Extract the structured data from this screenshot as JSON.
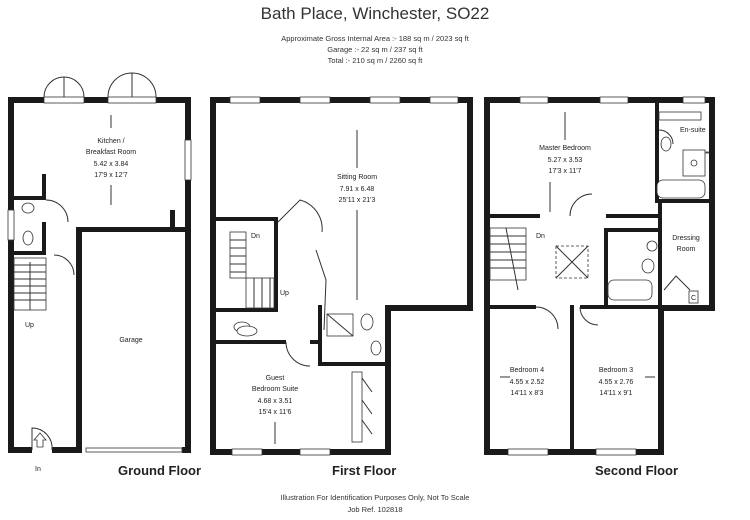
{
  "header": {
    "title": "Bath Place, Winchester, SO22",
    "area_internal": "Approximate Gross Internal Area :- 188 sq m / 2023 sq ft",
    "area_garage": "Garage :- 22 sq m / 237 sq ft",
    "area_total": "Total :- 210 sq m / 2260 sq ft"
  },
  "floors": {
    "ground": {
      "label": "Ground Floor",
      "kitchen": {
        "name1": "Kitchen /",
        "name2": "Breakfast Room",
        "metric": "5.42 x 3.84",
        "imperial": "17'9 x 12'7"
      },
      "garage": {
        "name": "Garage"
      },
      "stairs_up": "Up",
      "entrance": "In"
    },
    "first": {
      "label": "First Floor",
      "sitting": {
        "name": "Sitting Room",
        "metric": "7.91 x 6.48",
        "imperial": "25'11 x 21'3"
      },
      "guest": {
        "name1": "Guest",
        "name2": "Bedroom Suite",
        "metric": "4.68 x 3.51",
        "imperial": "15'4 x 11'6"
      },
      "stairs_down": "Dn",
      "stairs_up": "Up"
    },
    "second": {
      "label": "Second Floor",
      "master": {
        "name": "Master Bedroom",
        "metric": "5.27 x 3.53",
        "imperial": "17'3 x 11'7"
      },
      "ensuite": {
        "name": "En-suite"
      },
      "dressing": {
        "name1": "Dressing",
        "name2": "Room"
      },
      "bed4": {
        "name": "Bedroom 4",
        "metric": "4.55 x 2.52",
        "imperial": "14'11 x 8'3"
      },
      "bed3": {
        "name": "Bedroom 3",
        "metric": "4.55 x 2.76",
        "imperial": "14'11 x 9'1"
      },
      "stairs_down": "Dn",
      "cupboard": "C"
    }
  },
  "footer": {
    "disclaimer": "Illustration For Identification Purposes Only, Not To Scale",
    "job_ref": "Job Ref. 102818"
  }
}
